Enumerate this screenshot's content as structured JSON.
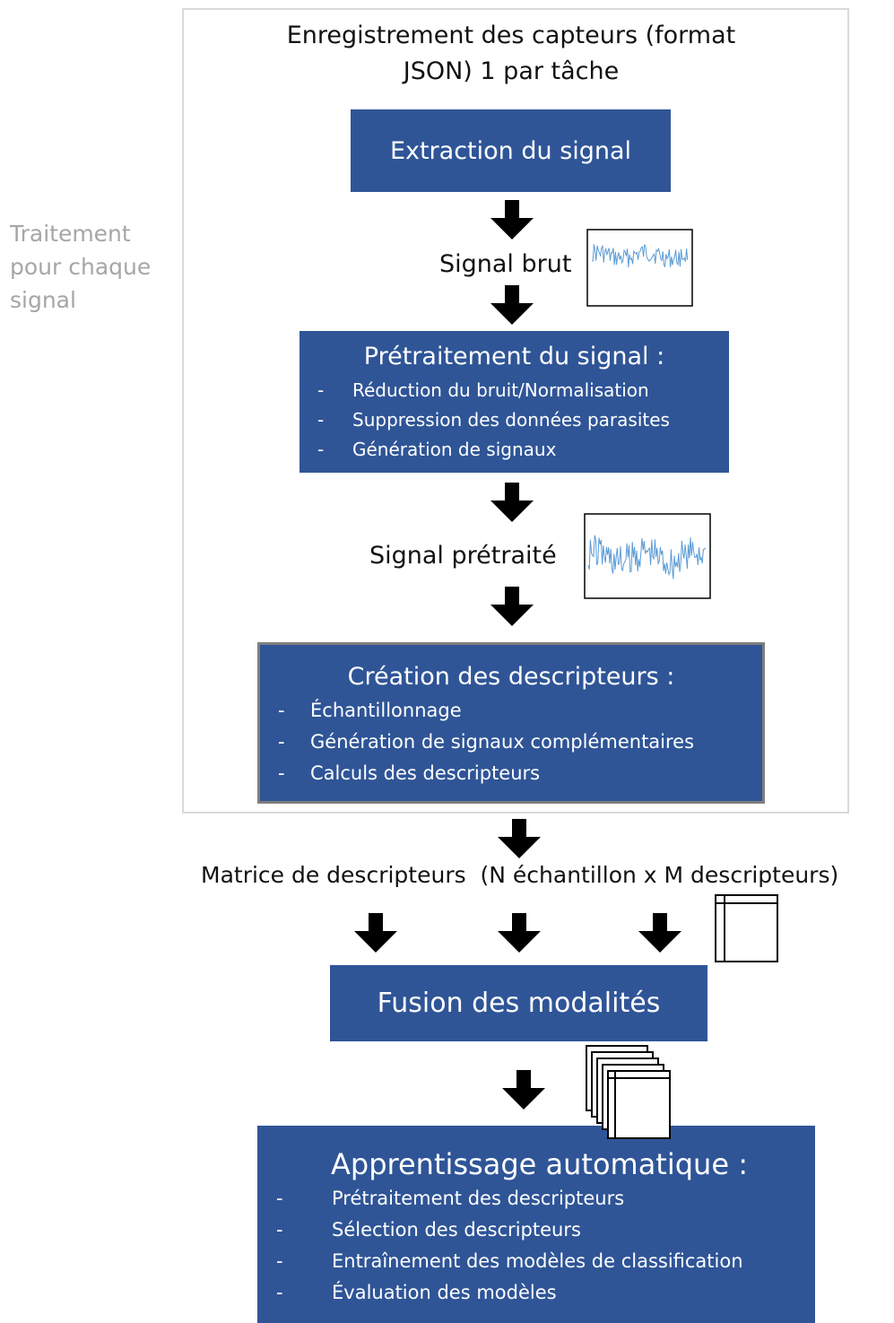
{
  "side_label": "Traitement pour chaque signal",
  "intro": "Enregistrement des capteurs (format JSON) 1 par tâche",
  "extraction_box": {
    "title": "Extraction du signal"
  },
  "signal_raw_label": "Signal brut",
  "preprocessing_box": {
    "title": "Prétraitement du signal :",
    "items": [
      "Réduction du bruit/Normalisation",
      "Suppression des données parasites",
      "Génération de signaux"
    ]
  },
  "signal_preprocessed_label": "Signal prétraité",
  "descriptors_box": {
    "title": "Création des descripteurs :",
    "items": [
      "Échantillonnage",
      "Génération de signaux complémentaires",
      "Calculs des descripteurs"
    ]
  },
  "matrix_label": "Matrice de descripteurs  (N échantillon x M descripteurs)",
  "fusion_box": {
    "title": "Fusion des modalités"
  },
  "ml_box": {
    "title": "Apprentissage automatique :",
    "items": [
      "Prétraitement des descripteurs",
      "Sélection des descripteurs",
      "Entraînement des modèles de classification",
      "Évaluation des modèles"
    ]
  },
  "list_marker": "-",
  "colors": {
    "box_fill": "#2f5597",
    "box_text": "#ffffff",
    "frame_border": "#d9d9d9",
    "side_label": "#a6a6a6",
    "arrow": "#000000",
    "waveform": "#5b9bd5"
  }
}
